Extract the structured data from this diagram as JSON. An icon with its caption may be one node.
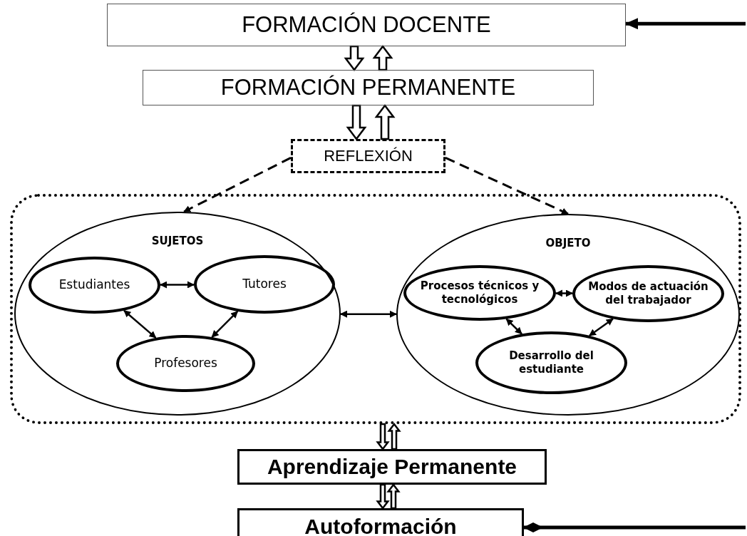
{
  "diagram": {
    "nodes": [
      {
        "text": [
          "FORMACIÓN DOCENTE"
        ]
      },
      {
        "text": [
          "FORMACIÓN PERMANENTE"
        ]
      },
      {
        "text": [
          "REFLEXIÓN"
        ]
      },
      {
        "text": [],
        "shape": "box"
      },
      {
        "text": [
          "SUJETOS"
        ],
        "in": 3
      },
      {
        "text": [
          "Estudiantes"
        ],
        "in": 4
      },
      {
        "text": [
          "Tutores"
        ],
        "in": 4
      },
      {
        "text": [
          "Profesores"
        ],
        "in": 4
      },
      {
        "text": [
          "OBJETO"
        ],
        "in": 3
      },
      {
        "text": [
          "Procesos técnicos y tecnológicos"
        ],
        "in": 8
      },
      {
        "text": [
          "Modos de actuación del trabajador"
        ],
        "in": 8
      },
      {
        "text": [
          "Desarrollo del estudiante"
        ],
        "in": 8
      },
      {
        "text": [
          "Aprendizaje Permanente"
        ]
      },
      {
        "text": [
          "Autoformación"
        ]
      }
    ],
    "edges": [
      {
        "from": null,
        "to": 0,
        "arrow": "to",
        "style": "thick"
      },
      {
        "from": 0,
        "to": 1,
        "arrow": "to"
      },
      {
        "from": 1,
        "to": 0,
        "arrow": "to"
      },
      {
        "from": 1,
        "to": 2,
        "arrow": "to"
      },
      {
        "from": 2,
        "to": 1,
        "arrow": "to"
      },
      {
        "from": 2,
        "to": 4,
        "arrow": "to",
        "style": "dashed"
      },
      {
        "from": 2,
        "to": 8,
        "arrow": "to",
        "style": "dashed"
      },
      {
        "from": 5,
        "to": 6,
        "arrow": "both"
      },
      {
        "from": 5,
        "to": 7,
        "arrow": "both"
      },
      {
        "from": 6,
        "to": 7,
        "arrow": "both"
      },
      {
        "from": 4,
        "to": 8,
        "arrow": "both"
      },
      {
        "from": 9,
        "to": 10,
        "arrow": "both"
      },
      {
        "from": 9,
        "to": 11,
        "arrow": "both"
      },
      {
        "from": 10,
        "to": 11,
        "arrow": "both"
      },
      {
        "from": 3,
        "to": 12,
        "arrow": "to"
      },
      {
        "from": 12,
        "to": 3,
        "arrow": "to"
      },
      {
        "from": 12,
        "to": 13,
        "arrow": "to"
      },
      {
        "from": 13,
        "to": 12,
        "arrow": "to"
      },
      {
        "from": null,
        "to": 13,
        "arrow": "other",
        "style": "thick"
      }
    ]
  }
}
